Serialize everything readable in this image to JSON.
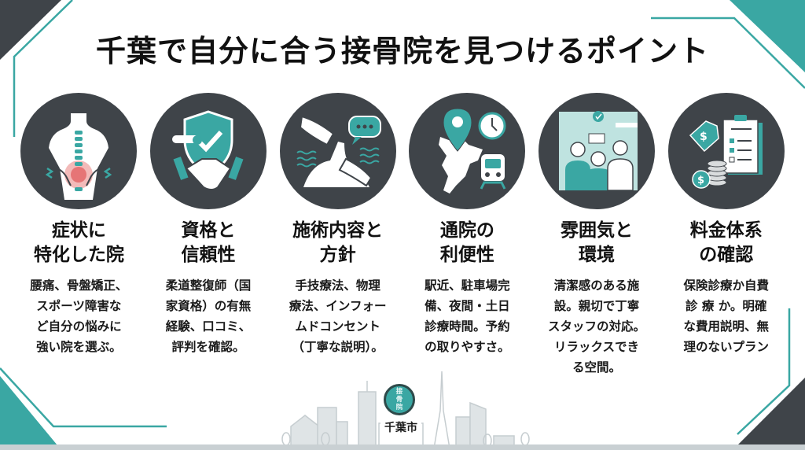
{
  "title": "千葉で自分に合う接骨院を見つけるポイント",
  "colors": {
    "teal": "#3aa7a3",
    "dark": "#3f4449",
    "skyline": "#d3d9db",
    "pain_red": "#e0585a"
  },
  "cards": [
    {
      "icon": "back-pain-spine-icon",
      "title": "症状に\n特化した院",
      "desc": "腰痛、骨盤矯正、\nスポーツ障害な\nど自分の悩みに\n強い院を選ぶ。"
    },
    {
      "icon": "shield-handshake-certificate-icon",
      "title": "資格と\n信頼性",
      "desc": "柔道整復師（国\n家資格）の有無\n経験、口コミ、\n評判を確認。"
    },
    {
      "icon": "hands-treatment-speech-icon",
      "title": "施術内容と\n方針",
      "desc": "手技療法、物理\n療法、インフォー\nムドコンセント\n（丁寧な説明）。"
    },
    {
      "icon": "map-pin-clock-train-icon",
      "title": "通院の\n利便性",
      "desc": "駅近、駐車場完\n備、夜間・土日\n診療時間。予約\nの取りやすさ。"
    },
    {
      "icon": "friendly-staff-room-icon",
      "title": "雰囲気と\n環境",
      "desc": "清潔感のある施\n設。親切で丁寧\nスタッフの対応。\nリラックスでき\nる空間。"
    },
    {
      "icon": "price-tag-coins-checklist-icon",
      "title": "料金体系\nの確認",
      "desc": "保険診療か自費\n診 療 か。明確\nな費用説明、無\n理のないプラン"
    }
  ],
  "footer": {
    "clinic_badge": "接\n骨\n院",
    "city_label": "千葉市"
  }
}
